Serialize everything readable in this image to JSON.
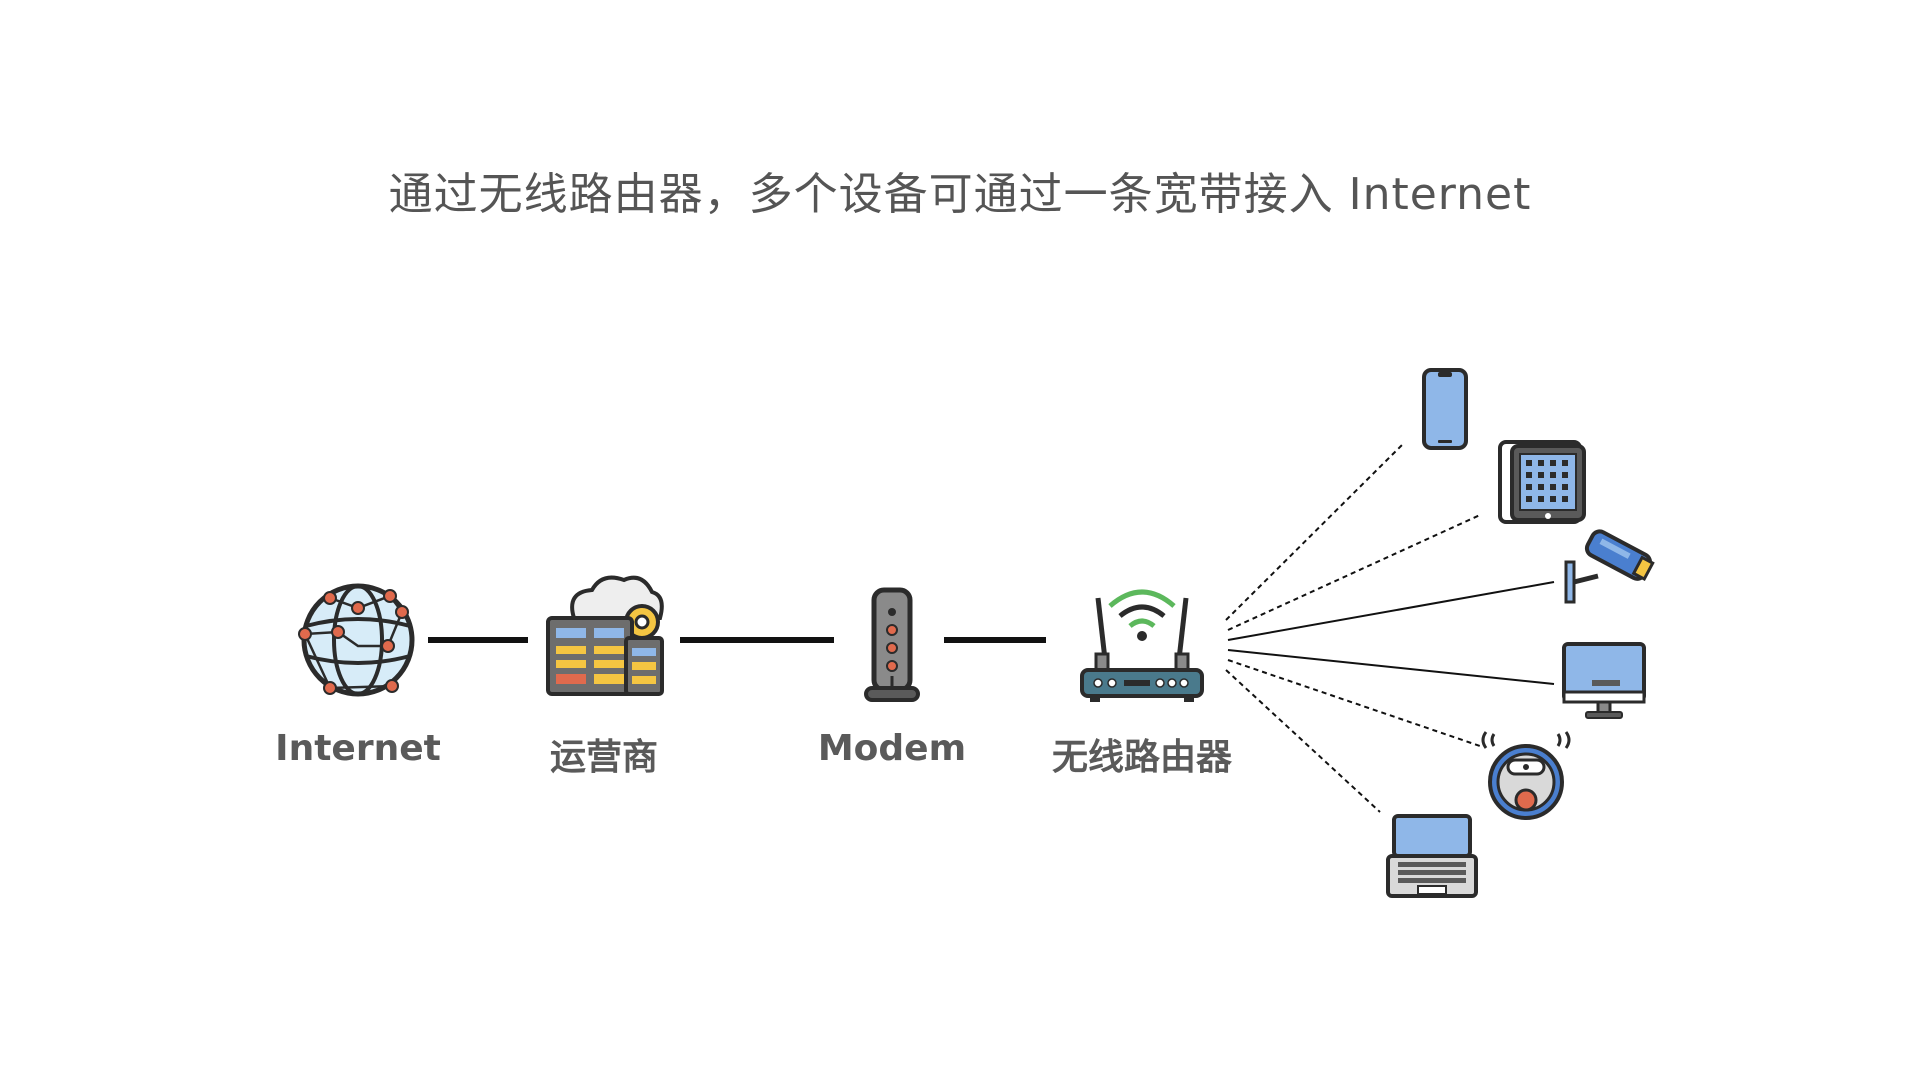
{
  "title": "通过无线路由器，多个设备可通过一条宽带接入 Internet",
  "nodes": {
    "internet": {
      "label": "Internet",
      "icon": "globe-network-icon"
    },
    "isp": {
      "label": "运营商",
      "icon": "server-cloud-icon"
    },
    "modem": {
      "label": "Modem",
      "icon": "modem-icon"
    },
    "router": {
      "label": "无线路由器",
      "icon": "wifi-router-icon"
    }
  },
  "devices": [
    {
      "icon": "smartphone-icon",
      "link": "wireless"
    },
    {
      "icon": "tablet-icon",
      "link": "wireless"
    },
    {
      "icon": "security-camera-icon",
      "link": "wired"
    },
    {
      "icon": "desktop-monitor-icon",
      "link": "wired"
    },
    {
      "icon": "robot-vacuum-icon",
      "link": "wireless"
    },
    {
      "icon": "laptop-icon",
      "link": "wireless"
    }
  ],
  "colors": {
    "stroke": "#2b2b2b",
    "screen_blue": "#8fb7e8",
    "globe_fill": "#d7ecf8",
    "node_red": "#e06a4d",
    "text": "#555555"
  }
}
